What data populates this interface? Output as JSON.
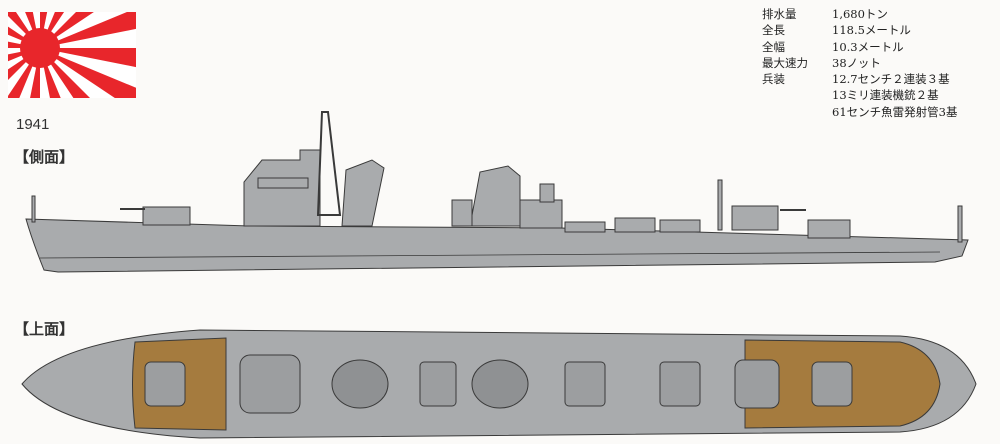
{
  "year": "1941",
  "views": {
    "side": "【側面】",
    "top": "【上面】"
  },
  "specs": [
    {
      "label": "排水量",
      "value": "1,680トン"
    },
    {
      "label": "全長",
      "value": "118.5メートル"
    },
    {
      "label": "全幅",
      "value": "10.3メートル"
    },
    {
      "label": "最大速力",
      "value": "38ノット"
    },
    {
      "label": "兵装",
      "value": "12.7センチ２連装３基"
    },
    {
      "label": "",
      "value": "13ミリ連装機銃２基"
    },
    {
      "label": "",
      "value": "61センチ魚雷発射管3基"
    }
  ],
  "colors": {
    "flag_red": "#e8262b",
    "hull_gray": "#a9abad",
    "deck_wood": "#a57b3e",
    "outline": "#3a3a3a"
  }
}
